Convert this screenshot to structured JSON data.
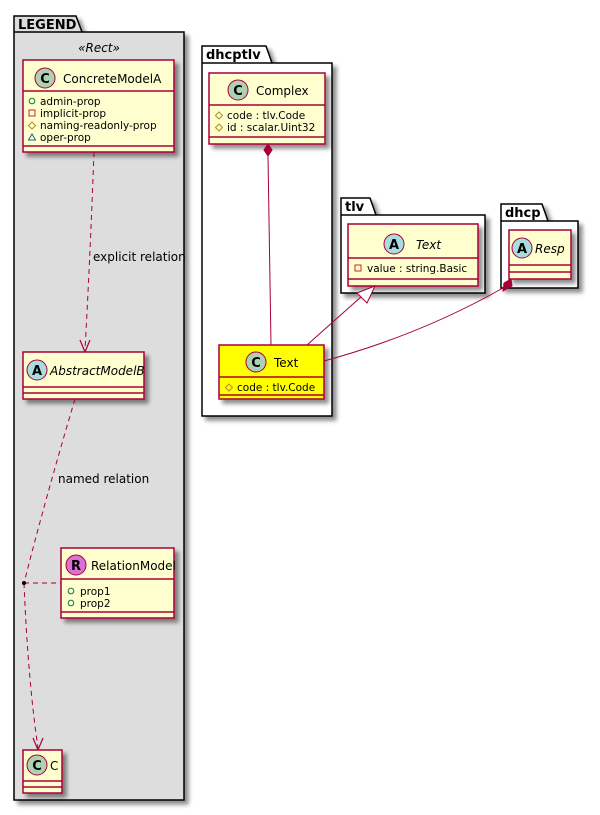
{
  "colors": {
    "class_fill": "#fefece",
    "class_border": "#a80036",
    "highlight_fill": "#ffff00",
    "legend_bg": "#dddddd",
    "class_circle": "#add1b2",
    "abstract_circle": "#a9dcdf",
    "relation_circle": "#da70d6",
    "public_marker": "#038048",
    "private_marker": "#c82930",
    "protected_marker": "#b38d22",
    "package_marker": "#1963a0"
  },
  "legend": {
    "title": "LEGEND",
    "stereotype": "«Rect»",
    "concrete_model": {
      "circle": "C",
      "name": "ConcreteModelA",
      "attributes": [
        {
          "visibility": "public",
          "text": "admin-prop"
        },
        {
          "visibility": "private",
          "text": "implicit-prop"
        },
        {
          "visibility": "protected",
          "text": "naming-readonly-prop"
        },
        {
          "visibility": "package",
          "text": "oper-prop"
        }
      ]
    },
    "explicit_relation_label": "explicit relation",
    "abstract_model": {
      "circle": "A",
      "name": "AbstractModelB"
    },
    "named_relation_label": "named relation",
    "relation_model": {
      "circle": "R",
      "name": "RelationModel",
      "attributes": [
        {
          "visibility": "public",
          "text": "prop1"
        },
        {
          "visibility": "public",
          "text": "prop2"
        }
      ]
    },
    "target_class": {
      "circle": "C",
      "name": "C"
    }
  },
  "packages": {
    "dhcptlv": {
      "title": "dhcptlv",
      "complex": {
        "circle": "C",
        "name": "Complex",
        "attributes": [
          {
            "visibility": "protected",
            "text": "code : tlv.Code"
          },
          {
            "visibility": "protected",
            "text": "id : scalar.Uint32"
          }
        ]
      },
      "text": {
        "circle": "C",
        "name": "Text",
        "attributes": [
          {
            "visibility": "protected",
            "text": "code : tlv.Code"
          }
        ]
      }
    },
    "tlv": {
      "title": "tlv",
      "text": {
        "circle": "A",
        "name": "Text",
        "attributes": [
          {
            "visibility": "private",
            "text": "value : string.Basic"
          }
        ]
      }
    },
    "dhcp": {
      "title": "dhcp",
      "resp": {
        "circle": "A",
        "name": "Resp"
      }
    }
  }
}
